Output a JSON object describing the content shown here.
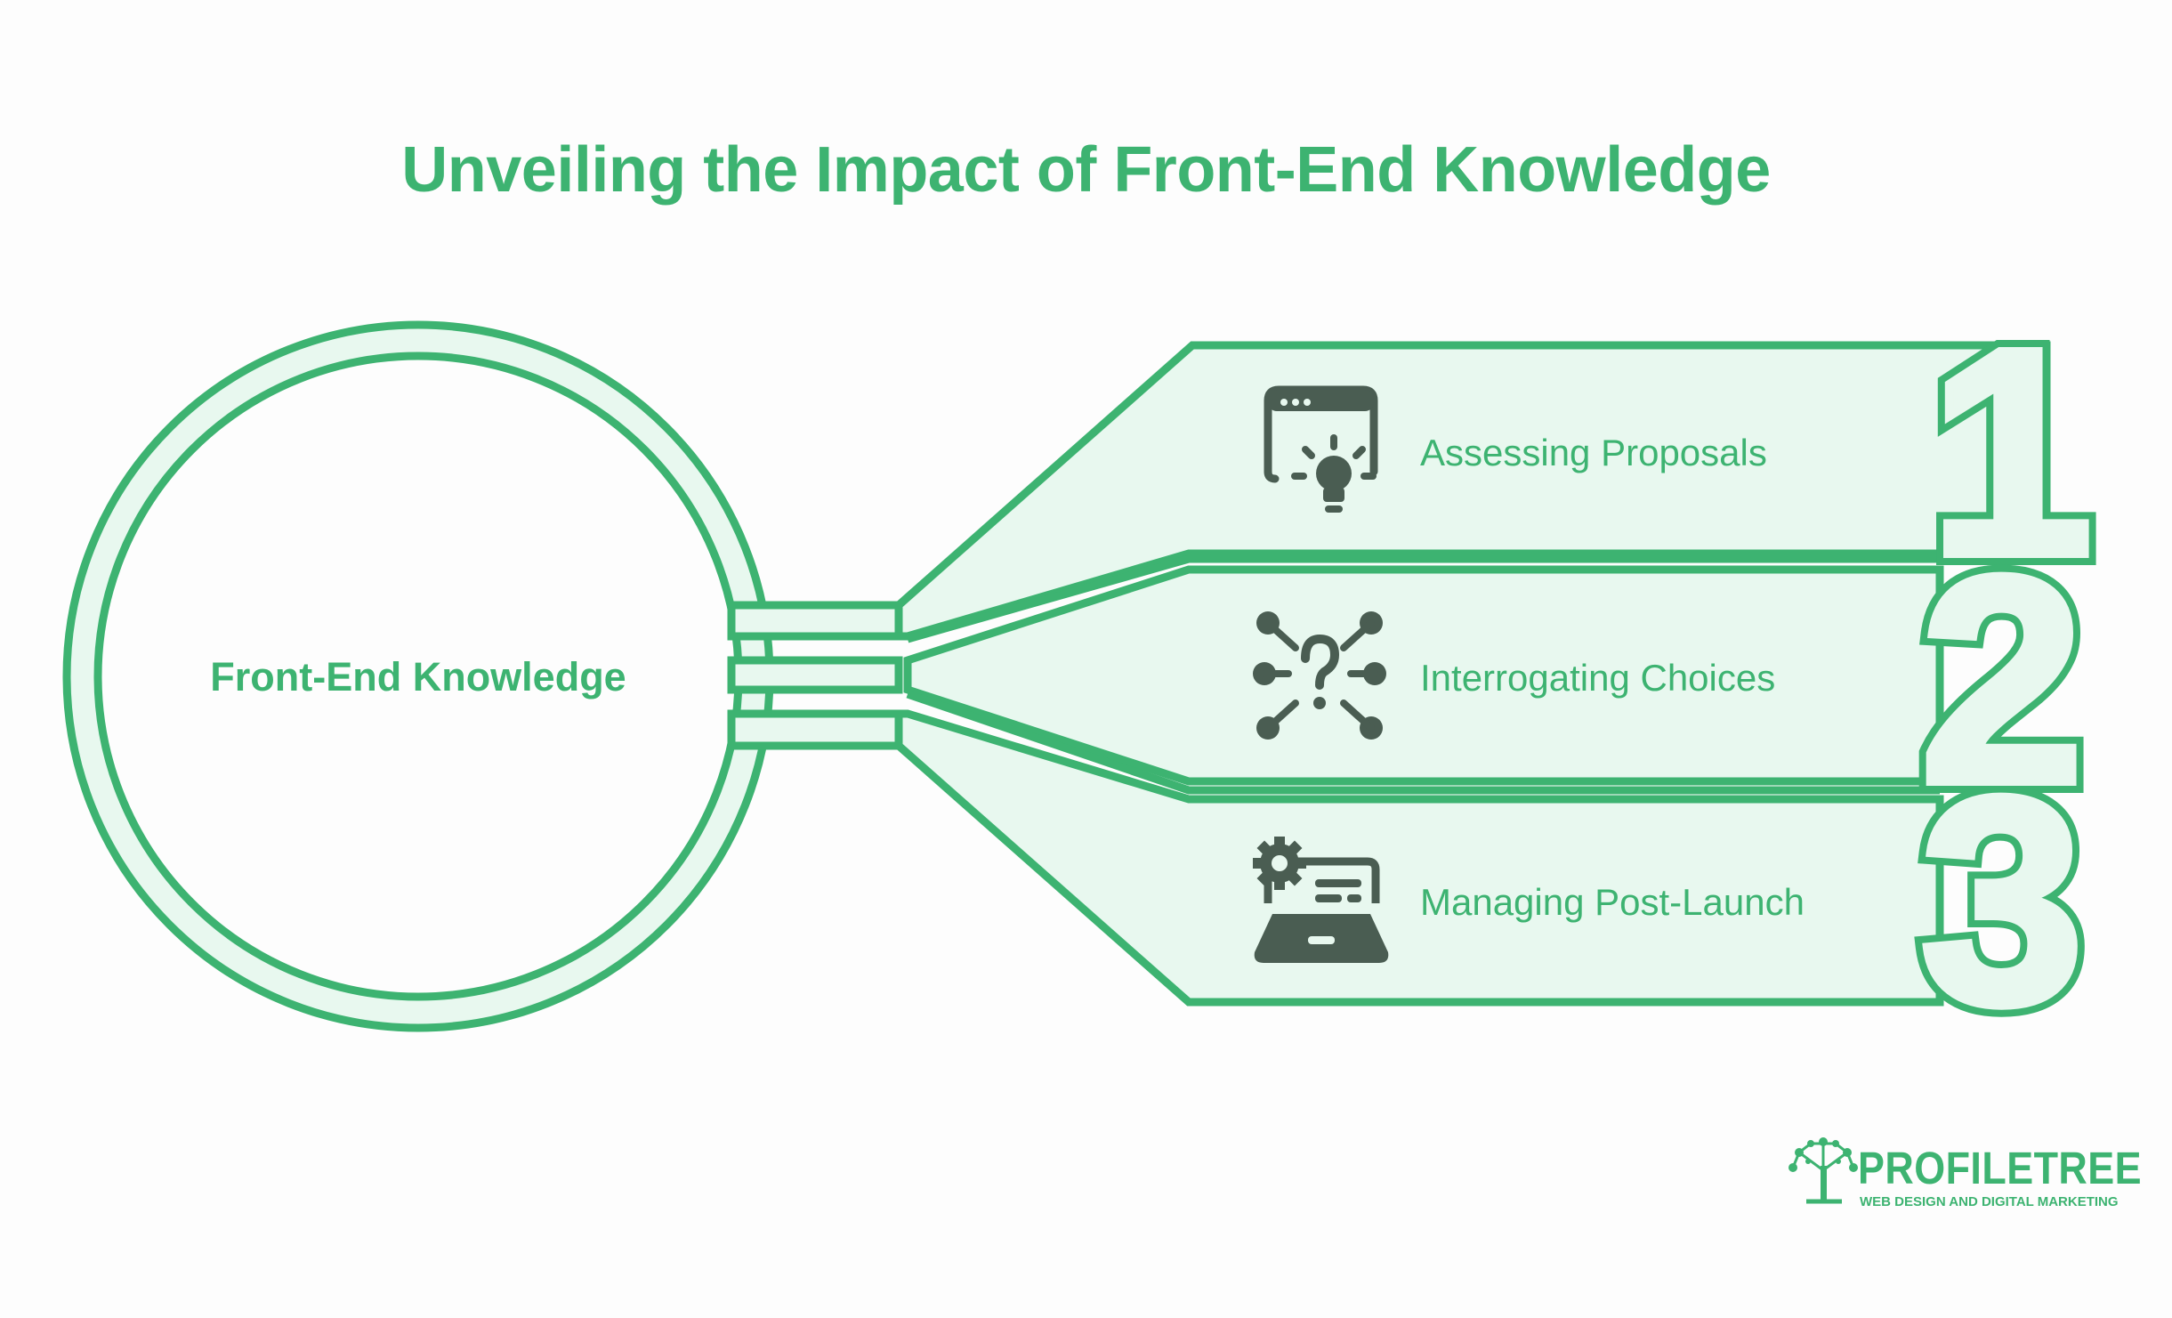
{
  "title": "Unveiling the Impact of Front-End Knowledge",
  "hub": {
    "label": "Front-End Knowledge"
  },
  "items": [
    {
      "number": "1",
      "label": "Assessing Proposals",
      "icon": "browser-lightbulb-icon"
    },
    {
      "number": "2",
      "label": "Interrogating Choices",
      "icon": "question-network-icon"
    },
    {
      "number": "3",
      "label": "Managing Post-Launch",
      "icon": "laptop-gear-icon"
    }
  ],
  "logo": {
    "brand": "PROFILETREE",
    "tagline": "WEB DESIGN AND DIGITAL MARKETING"
  },
  "colors": {
    "accent": "#3db371",
    "fill": "#e8f8ef",
    "icon": "#4a5d52"
  }
}
